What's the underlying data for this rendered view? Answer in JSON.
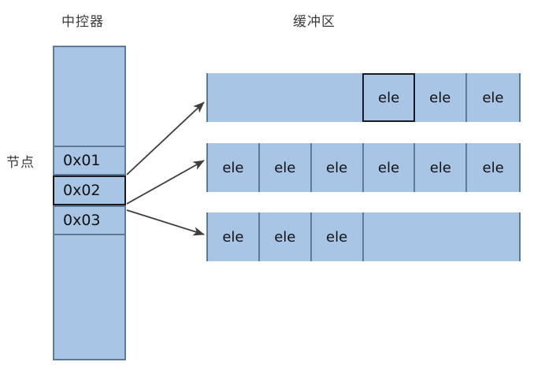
{
  "diagram": {
    "titles": {
      "controller": "中控器",
      "buffer": "缓冲区"
    },
    "side_label": "节点",
    "colors": {
      "fill": "#a8c5e6",
      "border": "#5f7a96",
      "border_strong": "#1a1a1a",
      "text": "#111111",
      "label_text": "#3a3a3a",
      "background": "#ffffff",
      "arrow": "#404040"
    },
    "controller": {
      "nodes": [
        {
          "label": "0x01",
          "highlighted": false
        },
        {
          "label": "0x02",
          "highlighted": true
        },
        {
          "label": "0x03",
          "highlighted": false
        }
      ]
    },
    "buffers": [
      {
        "id": "buffer-row-1",
        "cells": [
          {
            "label": "",
            "span": 3,
            "empty": true,
            "strong": false
          },
          {
            "label": "ele",
            "span": 1,
            "empty": false,
            "strong": true
          },
          {
            "label": "ele",
            "span": 1,
            "empty": false,
            "strong": false
          },
          {
            "label": "ele",
            "span": 1,
            "empty": false,
            "strong": false
          }
        ]
      },
      {
        "id": "buffer-row-2",
        "cells": [
          {
            "label": "ele",
            "span": 1,
            "empty": false,
            "strong": false
          },
          {
            "label": "ele",
            "span": 1,
            "empty": false,
            "strong": false
          },
          {
            "label": "ele",
            "span": 1,
            "empty": false,
            "strong": false
          },
          {
            "label": "ele",
            "span": 1,
            "empty": false,
            "strong": false
          },
          {
            "label": "ele",
            "span": 1,
            "empty": false,
            "strong": false
          },
          {
            "label": "ele",
            "span": 1,
            "empty": false,
            "strong": false
          }
        ]
      },
      {
        "id": "buffer-row-3",
        "cells": [
          {
            "label": "ele",
            "span": 1,
            "empty": false,
            "strong": false
          },
          {
            "label": "ele",
            "span": 1,
            "empty": false,
            "strong": false
          },
          {
            "label": "ele",
            "span": 1,
            "empty": false,
            "strong": false
          },
          {
            "label": "",
            "span": 3,
            "empty": true,
            "strong": false
          }
        ]
      }
    ],
    "arrows": [
      {
        "from_node": "0x01",
        "to_buffer": "buffer-row-1"
      },
      {
        "from_node": "0x02",
        "to_buffer": "buffer-row-2"
      },
      {
        "from_node": "0x03",
        "to_buffer": "buffer-row-3"
      }
    ]
  }
}
